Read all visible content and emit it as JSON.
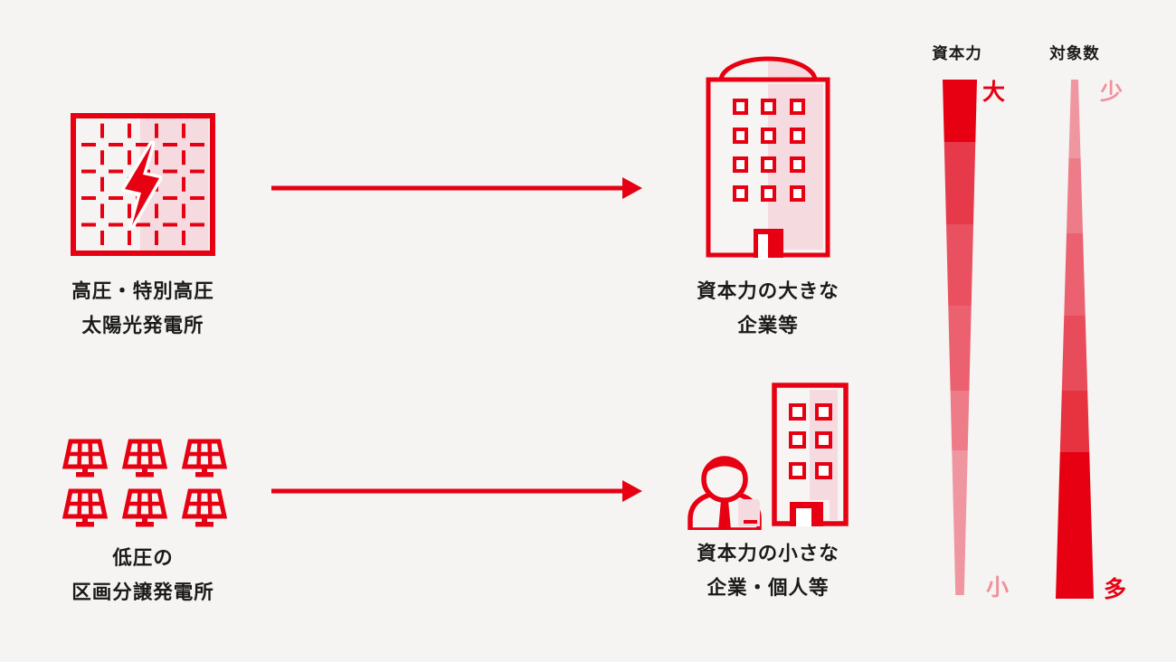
{
  "colors": {
    "background": "#f5f4f2",
    "primary_red": "#e60012",
    "light_pink": "#f5dbdf",
    "label_pink": "#f0919d",
    "text": "#1a1a1a"
  },
  "flow_rows": [
    {
      "source": {
        "icon": "solar-field-lightning-icon",
        "label_line1": "高圧・特別高圧",
        "label_line2": "太陽光発電所"
      },
      "target": {
        "icon": "office-building-icon",
        "label_line1": "資本力の大きな",
        "label_line2": "企業等"
      }
    },
    {
      "source": {
        "icon": "solar-panel-array-icon",
        "label_line1": "低圧の",
        "label_line2": "区画分譲発電所"
      },
      "target": {
        "icon": "person-and-building-icon",
        "label_line1": "資本力の小さな",
        "label_line2": "企業・個人等"
      }
    }
  ],
  "scales": [
    {
      "title": "資本力",
      "top_label": "大",
      "bottom_label": "小",
      "top_label_color": "#e60012",
      "bottom_label_color": "#f0919d",
      "shape": "wide-top-narrow-bottom",
      "segments": [
        {
          "color": "#e60012",
          "h_pct": 12.1
        },
        {
          "color": "#e6394a",
          "h_pct": 16.0
        },
        {
          "color": "#e95060",
          "h_pct": 15.8
        },
        {
          "color": "#eb6170",
          "h_pct": 16.5
        },
        {
          "color": "#ee7b88",
          "h_pct": 11.6
        },
        {
          "color": "#f096a1",
          "h_pct": 28.0
        }
      ]
    },
    {
      "title": "対象数",
      "top_label": "少",
      "bottom_label": "多",
      "top_label_color": "#f0919d",
      "bottom_label_color": "#e60012",
      "shape": "narrow-top-wide-bottom",
      "segments": [
        {
          "color": "#f096a1",
          "h_pct": 15.2
        },
        {
          "color": "#ee7b88",
          "h_pct": 14.5
        },
        {
          "color": "#eb6170",
          "h_pct": 15.7
        },
        {
          "color": "#e84b5a",
          "h_pct": 14.6
        },
        {
          "color": "#e7323f",
          "h_pct": 11.8
        },
        {
          "color": "#e60012",
          "h_pct": 28.2
        }
      ]
    }
  ]
}
